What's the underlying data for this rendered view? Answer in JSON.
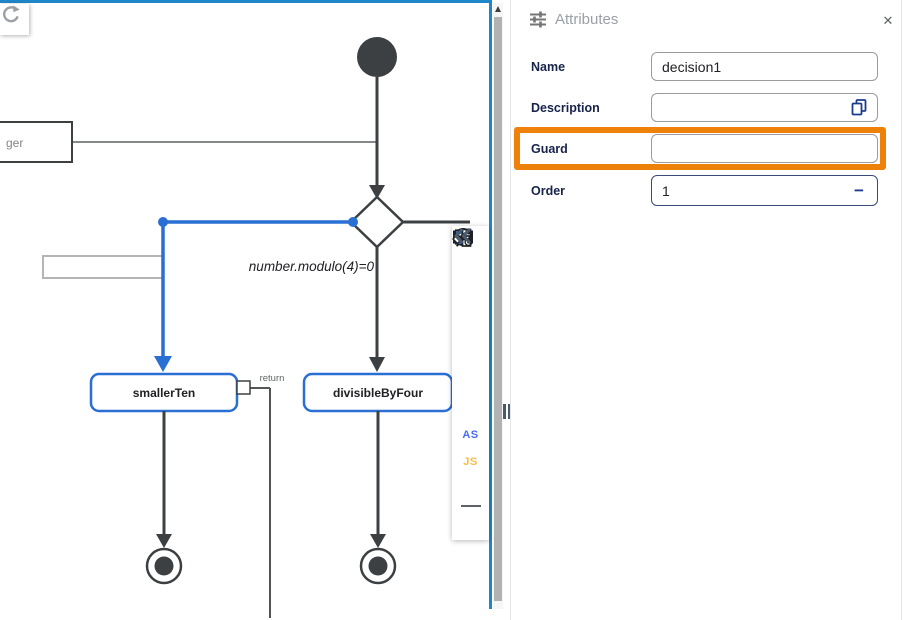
{
  "canvas": {
    "partial_node_label": "ger",
    "guard_edge_label": "number.modulo(4)=0",
    "task_left_label": "smallerTen",
    "task_right_label": "divisibleByFour",
    "return_edge_label": "return"
  },
  "toolbar": {
    "as_label": "AS",
    "js_label": "JS"
  },
  "panel": {
    "title": "Attributes",
    "close_label": "✕",
    "order_minus_label": "−",
    "fields": [
      {
        "label": "Name",
        "value": "decision1"
      },
      {
        "label": "Description",
        "value": ""
      },
      {
        "label": "Guard",
        "value": ""
      },
      {
        "label": "Order",
        "value": "1"
      }
    ]
  },
  "colors": {
    "canvas_border_blue": "#1f86c9",
    "selection_blue": "#2a6fd4",
    "stroke_dark": "#3c4043",
    "highlight_orange": "#ee8109",
    "navy": "#1d3c8f",
    "as_blue": "#4a6cf7",
    "js_amber": "#f8bc45"
  }
}
